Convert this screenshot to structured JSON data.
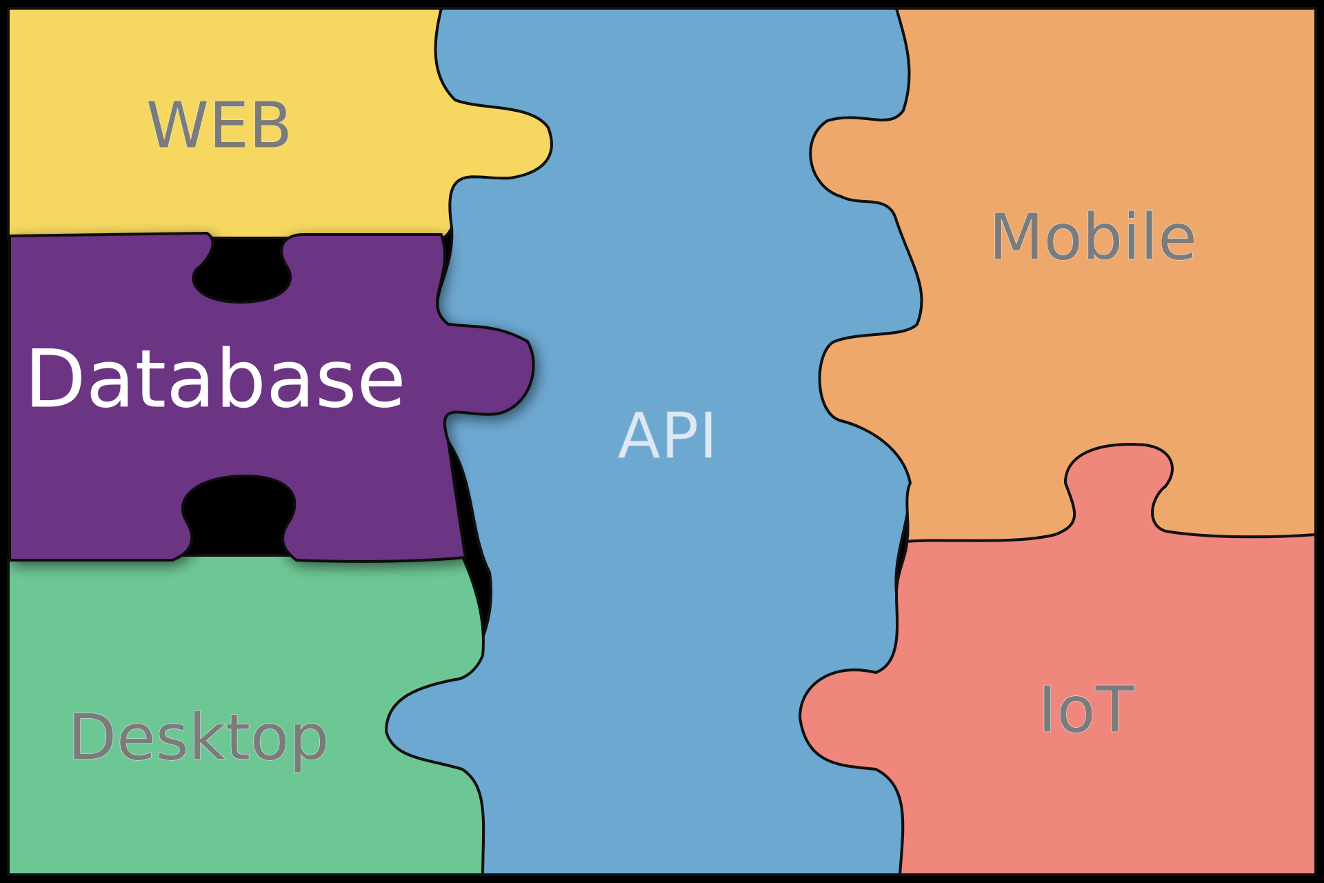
{
  "pieces": [
    {
      "id": "web",
      "label": "WEB",
      "color": "#F6D860"
    },
    {
      "id": "database",
      "label": "Database",
      "color": "#6C3483"
    },
    {
      "id": "desktop",
      "label": "Desktop",
      "color": "#6DC794"
    },
    {
      "id": "api",
      "label": "API",
      "color": "#6DA8D1"
    },
    {
      "id": "mobile",
      "label": "Mobile",
      "color": "#EFA86C"
    },
    {
      "id": "iot",
      "label": "IoT",
      "color": "#EF877D"
    }
  ]
}
